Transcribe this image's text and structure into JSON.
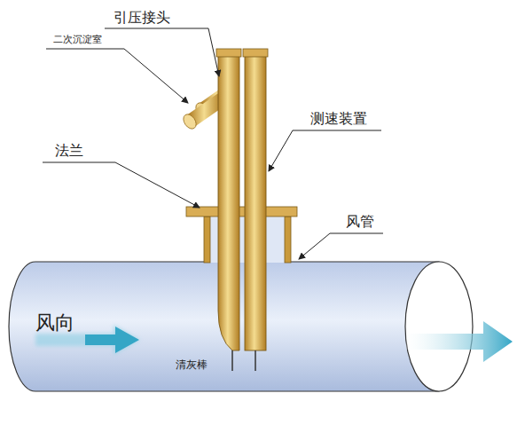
{
  "diagram": {
    "labels": [
      "引压接头",
      "二次沉淀室",
      "测速装置",
      "法兰",
      "风管",
      "风向",
      "清灰棒"
    ]
  }
}
